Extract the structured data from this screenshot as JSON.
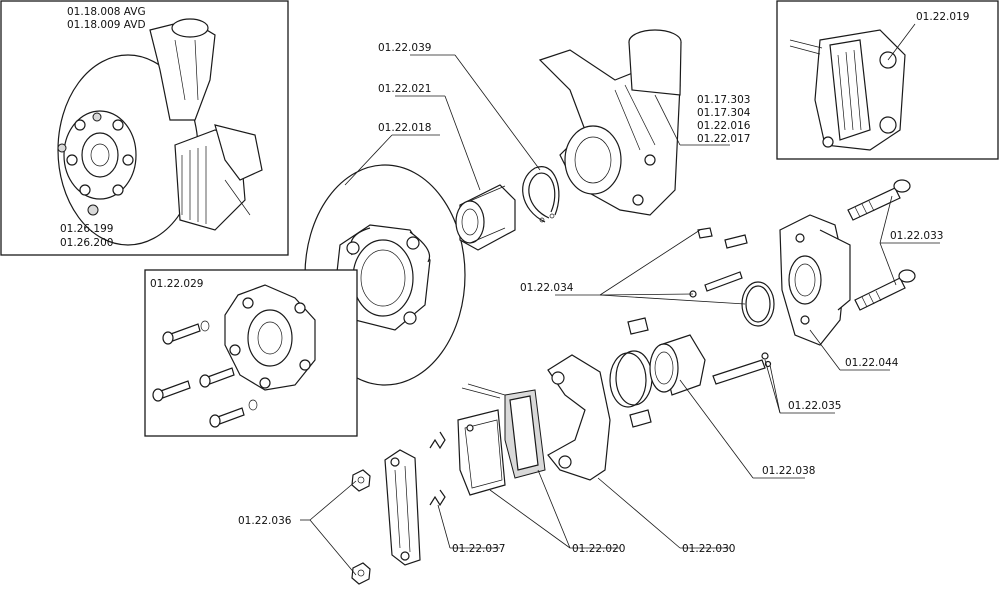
{
  "labels": {
    "avg": "01.18.008 AVG",
    "avd": "01.18.009 AVD",
    "ref_199": "01.26.199",
    "ref_200": "01.26.200",
    "ref_019": "01.22.019",
    "ref_039": "01.22.039",
    "ref_021": "01.22.021",
    "ref_018": "01.22.018",
    "ref_303": "01.17.303",
    "ref_304": "01.17.304",
    "ref_016": "01.22.016",
    "ref_017": "01.22.017",
    "ref_029": "01.22.029",
    "ref_033": "01.22.033",
    "ref_034": "01.22.034",
    "ref_044": "01.22.044",
    "ref_035": "01.22.035",
    "ref_038": "01.22.038",
    "ref_036": "01.22.036",
    "ref_037": "01.22.037",
    "ref_020": "01.22.020",
    "ref_030": "01.22.030"
  }
}
